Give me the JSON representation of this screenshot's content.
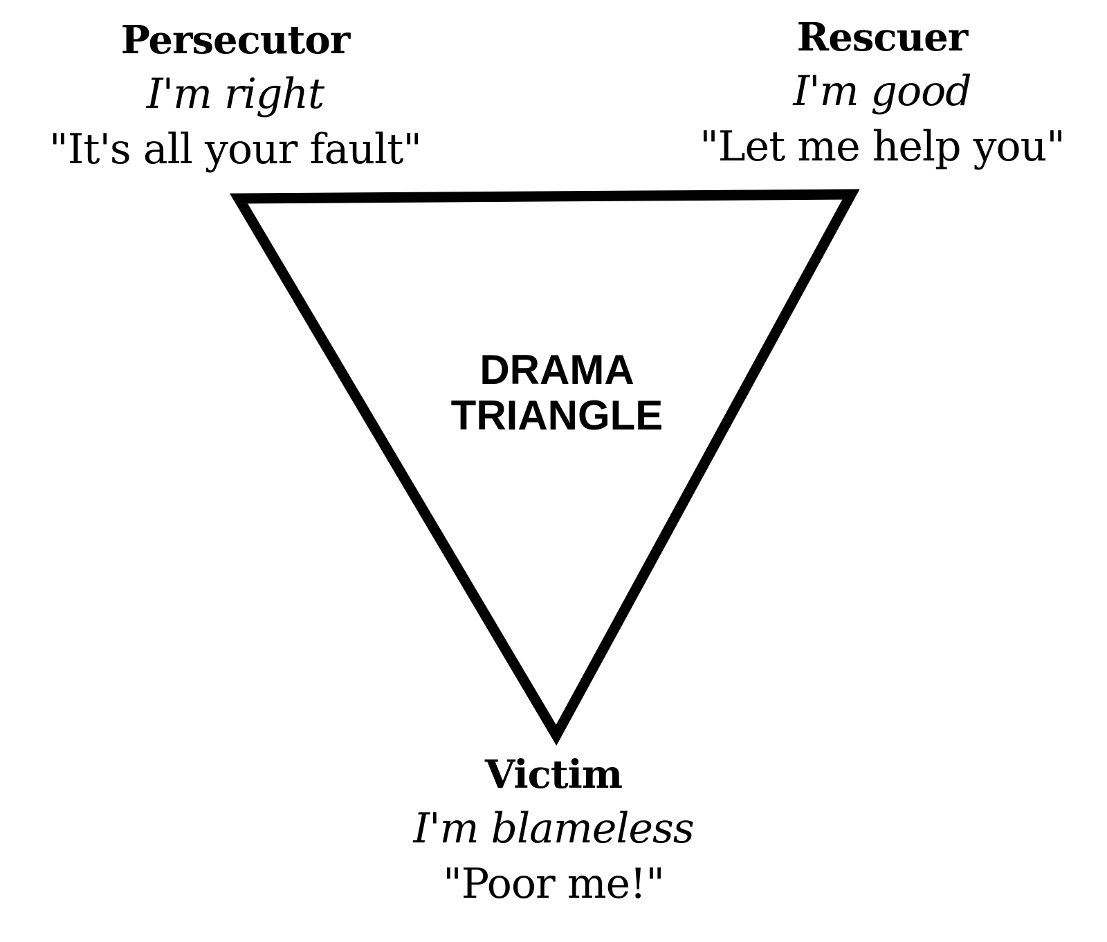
{
  "diagram": {
    "center_title": [
      "DRAMA",
      "TRIANGLE"
    ],
    "roles": {
      "persecutor": {
        "name": "Persecutor",
        "stance": "I'm right",
        "quote": "\"It's all your fault\""
      },
      "rescuer": {
        "name": "Rescuer",
        "stance": "I'm good",
        "quote": "\"Let me help you\""
      },
      "victim": {
        "name": "Victim",
        "stance": "I'm blameless",
        "quote": "\"Poor me!\""
      }
    },
    "colors": {
      "line": "#000000",
      "background": "#ffffff"
    }
  }
}
